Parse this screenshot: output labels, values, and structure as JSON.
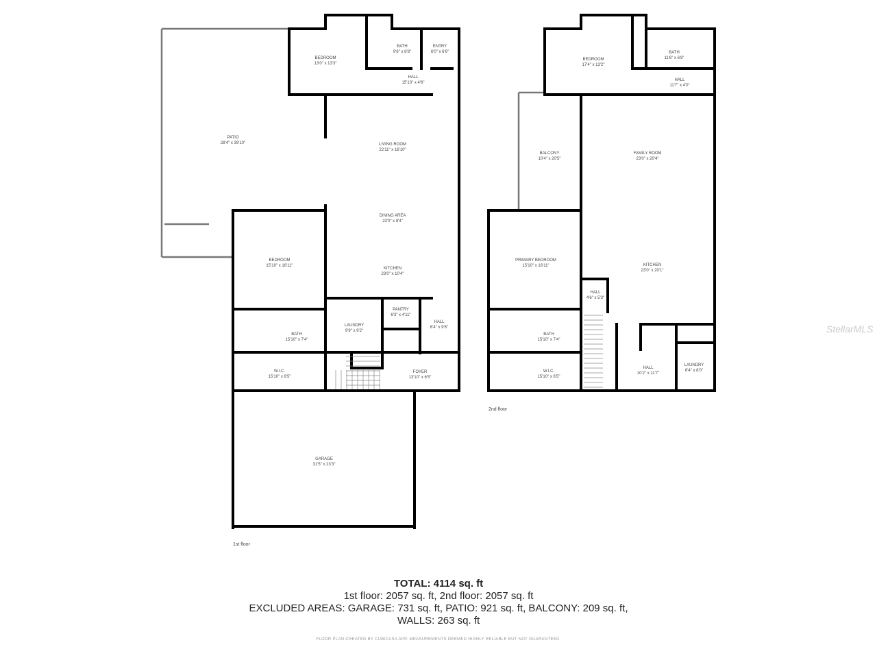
{
  "first_floor": {
    "label": "1st floor",
    "rooms": [
      {
        "name": "PATIO",
        "dims": "28'4\" x 39'10\""
      },
      {
        "name": "BEDROOM",
        "dims": "13'0\" x 13'3\""
      },
      {
        "name": "BATH",
        "dims": "9'6\" x 8'8\""
      },
      {
        "name": "ENTRY",
        "dims": "6'0\" x 6'6\""
      },
      {
        "name": "HALL",
        "dims": "15'10\" x 4'6\""
      },
      {
        "name": "LIVING ROOM",
        "dims": "22'11\" x 16'10\""
      },
      {
        "name": "DINING AREA",
        "dims": "23'0\" x 8'4\""
      },
      {
        "name": "KITCHEN",
        "dims": "23'0\" x 10'4\""
      },
      {
        "name": "BEDROOM",
        "dims": "15'10\" x 16'11\""
      },
      {
        "name": "BATH",
        "dims": "15'10\" x 7'4\""
      },
      {
        "name": "W.I.C.",
        "dims": "15'10\" x 6'5\""
      },
      {
        "name": "LAUNDRY",
        "dims": "9'9\" x 9'2\""
      },
      {
        "name": "PANTRY",
        "dims": "6'3\" x 4'11\""
      },
      {
        "name": "HALL",
        "dims": "6'4\" x 9'6\""
      },
      {
        "name": "FOYER",
        "dims": "13'10\" x 6'5\""
      },
      {
        "name": "GARAGE",
        "dims": "31'5\" x 23'3\""
      }
    ]
  },
  "second_floor": {
    "label": "2nd floor",
    "rooms": [
      {
        "name": "BEDROOM",
        "dims": "17'4\" x 13'2\""
      },
      {
        "name": "BATH",
        "dims": "11'6\" x 6'8\""
      },
      {
        "name": "HALL",
        "dims": "11'7\" x 4'0\""
      },
      {
        "name": "BALCONY",
        "dims": "10'4\" x 20'5\""
      },
      {
        "name": "FAMILY ROOM",
        "dims": "23'0\" x 20'4\""
      },
      {
        "name": "PRIMARY BEDROOM",
        "dims": "15'10\" x 16'11\""
      },
      {
        "name": "KITCHEN",
        "dims": "23'0\" x 20'1\""
      },
      {
        "name": "HALL",
        "dims": "4'6\" x 5'3\""
      },
      {
        "name": "BATH",
        "dims": "15'10\" x 7'4\""
      },
      {
        "name": "W.I.C.",
        "dims": "15'10\" x 6'5\""
      },
      {
        "name": "HALL",
        "dims": "10'2\" x 11'7\""
      },
      {
        "name": "LAUNDRY",
        "dims": "6'4\" x 8'0\""
      }
    ]
  },
  "summary": {
    "total_label": "TOTAL: 4114 sq. ft",
    "floors_line": "1st floor: 2057 sq. ft, 2nd floor: 2057 sq. ft",
    "excluded_line": "EXCLUDED AREAS: GARAGE: 731 sq. ft, PATIO: 921 sq. ft, BALCONY: 209 sq. ft,",
    "walls_line": "WALLS: 263 sq. ft"
  },
  "footer": "FLOOR PLAN CREATED BY CUBICASA APP. MEASUREMENTS DEEMED HIGHLY RELIABLE BUT NOT GUARANTEED.",
  "watermark": "StellarMLS",
  "colors": {
    "wall": "#000000",
    "background": "#ffffff",
    "text": "#444444"
  }
}
